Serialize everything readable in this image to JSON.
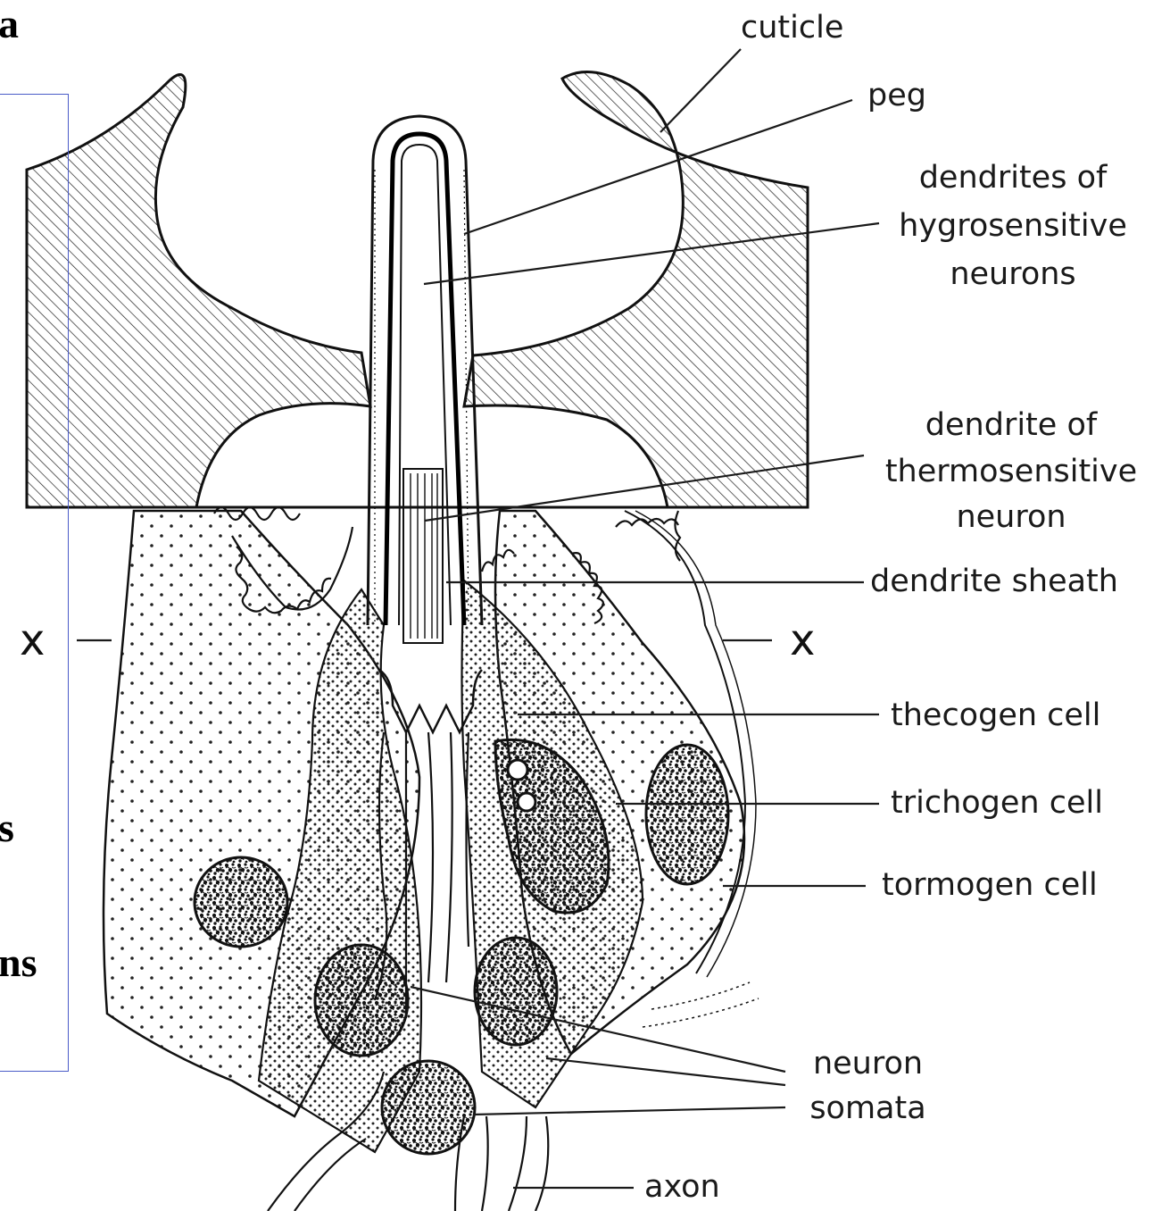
{
  "left_fragments": {
    "top": "a",
    "mid": "s",
    "low": "ns"
  },
  "section_marks": {
    "left": "x",
    "right": "x"
  },
  "labels": {
    "cuticle": "cuticle",
    "peg": "peg",
    "hygro": [
      "dendrites of",
      "hygrosensitive",
      "neurons"
    ],
    "thermo": [
      "dendrite of",
      "thermosensitive",
      "neuron"
    ],
    "sheath": "dendrite sheath",
    "thecogen": "thecogen cell",
    "trichogen": "trichogen cell",
    "tormogen": "tormogen cell",
    "somata": [
      "neuron",
      "somata"
    ],
    "axon": "axon"
  },
  "colors": {
    "ink": "#1a1a1a",
    "frame": "#4a5cc8",
    "paper": "#ffffff"
  }
}
